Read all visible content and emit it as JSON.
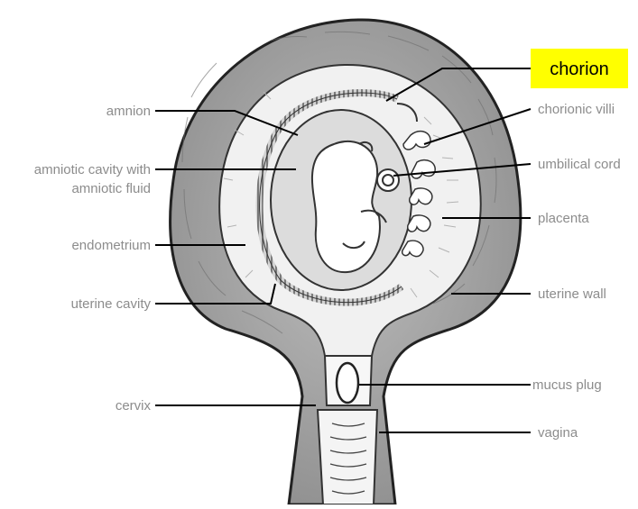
{
  "diagram": {
    "labels": {
      "chorion": "chorion",
      "amnion": "amnion",
      "amniotic_line1": "amniotic cavity with",
      "amniotic_line2": "amniotic fluid",
      "endometrium": "endometrium",
      "uterine_cavity": "uterine cavity",
      "cervix": "cervix",
      "chorionic_villi": "chorionic villi",
      "umbilical_cord": "umbilical cord",
      "placenta": "placenta",
      "uterine_wall": "uterine wall",
      "mucus_plug": "mucus plug",
      "vagina": "vagina"
    },
    "highlight": {
      "label": "chorion",
      "color": "#ffff00"
    }
  }
}
